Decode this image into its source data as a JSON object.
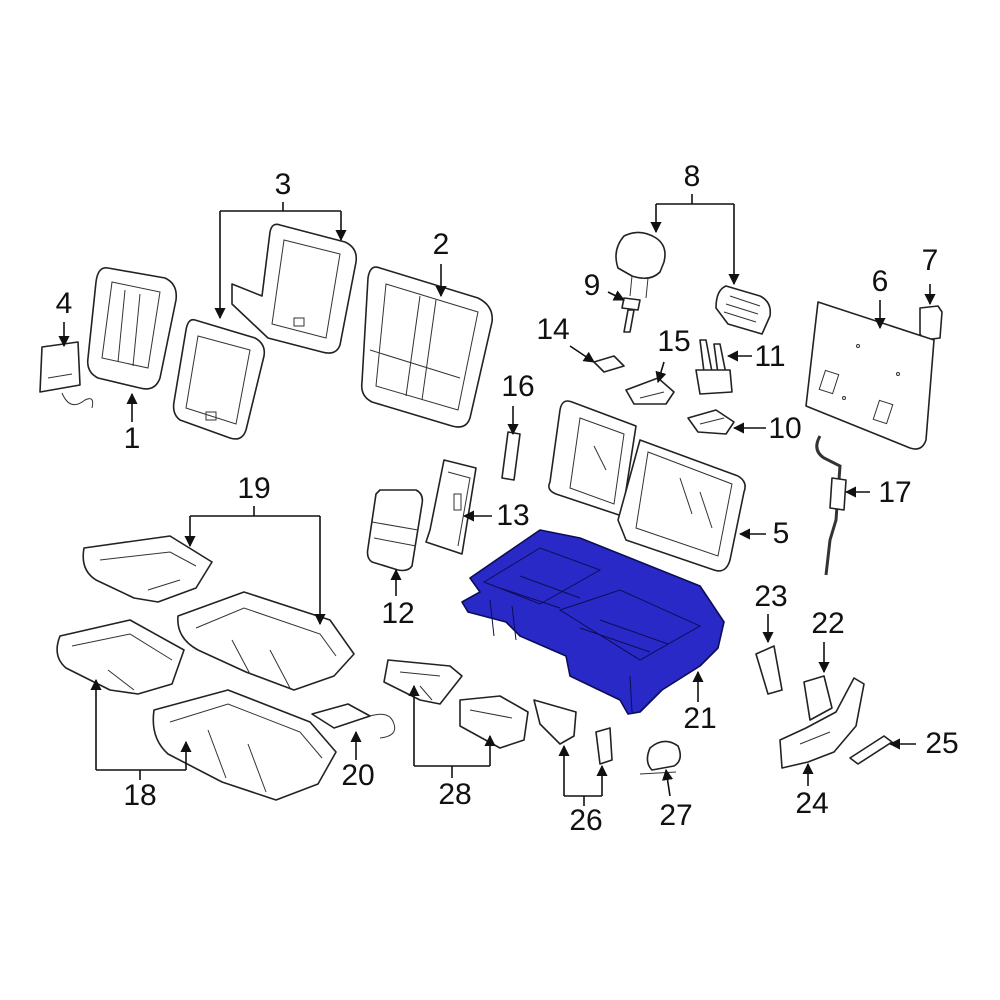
{
  "diagram": {
    "highlight_color": "#2929c8",
    "line_color": "#222222",
    "highlighted_part": "21",
    "callouts": [
      "1",
      "2",
      "3",
      "4",
      "5",
      "6",
      "7",
      "8",
      "9",
      "10",
      "11",
      "12",
      "13",
      "14",
      "15",
      "16",
      "17",
      "18",
      "19",
      "20",
      "21",
      "22",
      "23",
      "24",
      "25",
      "26",
      "27",
      "28"
    ]
  }
}
